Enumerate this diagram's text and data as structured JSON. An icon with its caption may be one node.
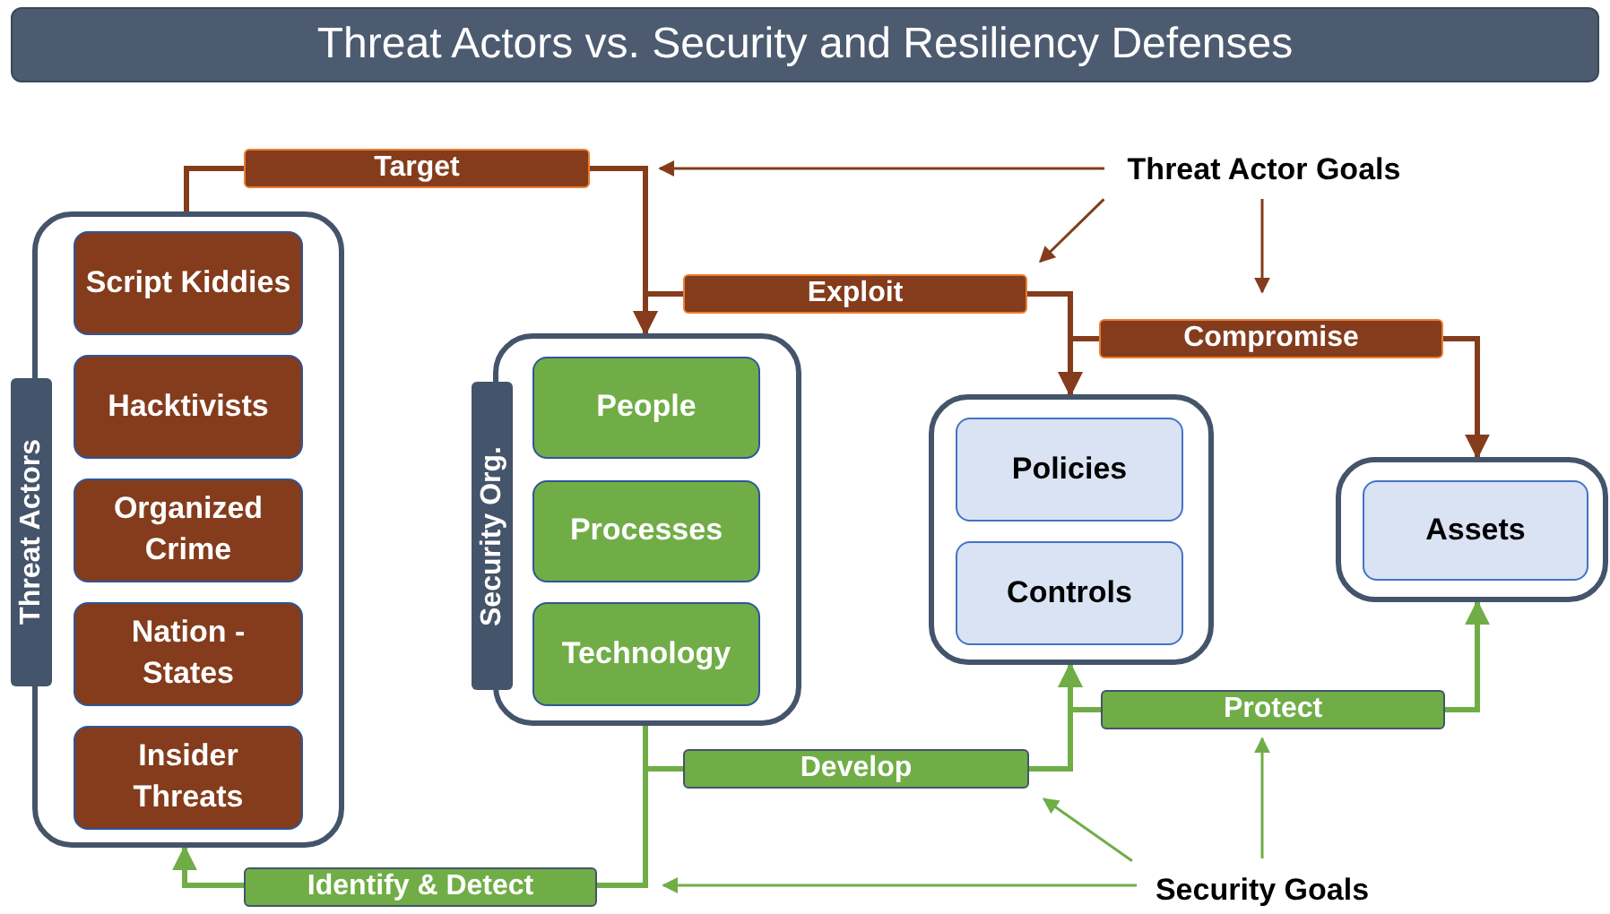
{
  "diagram": {
    "title": "Threat Actors vs. Security and Resiliency Defenses",
    "nodes": [
      {
        "text": [
          "Threat Actors"
        ]
      },
      {
        "text": [
          "Script Kiddies"
        ],
        "in": 0
      },
      {
        "text": [
          "Hacktivists"
        ],
        "in": 0
      },
      {
        "text": [
          "Organized Crime"
        ],
        "in": 0
      },
      {
        "text": [
          "Nation - States"
        ],
        "in": 0
      },
      {
        "text": [
          "Insider Threats"
        ],
        "in": 0
      },
      {
        "text": [
          "Security Org."
        ]
      },
      {
        "text": [
          "People"
        ],
        "in": 6
      },
      {
        "text": [
          "Processes"
        ],
        "in": 6
      },
      {
        "text": [
          "Technology"
        ],
        "in": 6
      },
      {
        "text": [],
        "shape": "box"
      },
      {
        "text": [
          "Policies"
        ],
        "in": 10
      },
      {
        "text": [
          "Controls"
        ],
        "in": 10
      },
      {
        "text": [],
        "shape": "box"
      },
      {
        "text": [
          "Assets"
        ],
        "in": 13
      },
      {
        "text": [
          "Target"
        ]
      },
      {
        "text": [
          "Exploit"
        ]
      },
      {
        "text": [
          "Compromise"
        ]
      },
      {
        "text": [
          "Identify & Detect"
        ]
      },
      {
        "text": [
          "Develop"
        ]
      },
      {
        "text": [
          "Protect"
        ]
      },
      {
        "text": [
          "Threat Actor Goals"
        ]
      },
      {
        "text": [
          "Security Goals"
        ]
      }
    ],
    "edges": [
      {
        "from": 0,
        "to": 15,
        "arrow": "none"
      },
      {
        "from": 15,
        "to": 6,
        "arrow": "to"
      },
      {
        "from": 16,
        "to": 6,
        "arrow": "to"
      },
      {
        "from": 16,
        "to": 10,
        "arrow": "to"
      },
      {
        "from": 17,
        "to": 10,
        "arrow": "to"
      },
      {
        "from": 17,
        "to": 13,
        "arrow": "to"
      },
      {
        "from": 21,
        "to": 15,
        "arrow": "to"
      },
      {
        "from": 21,
        "to": 16,
        "arrow": "to"
      },
      {
        "from": 21,
        "to": 17,
        "arrow": "to"
      },
      {
        "from": 6,
        "to": 18,
        "arrow": "none",
        "color": "#70ad47"
      },
      {
        "from": 18,
        "to": 0,
        "arrow": "to",
        "color": "#70ad47"
      },
      {
        "from": 6,
        "to": 19,
        "arrow": "none",
        "color": "#70ad47"
      },
      {
        "from": 19,
        "to": 10,
        "arrow": "to",
        "color": "#70ad47"
      },
      {
        "from": 20,
        "to": 10,
        "arrow": "to",
        "color": "#70ad47"
      },
      {
        "from": 20,
        "to": 13,
        "arrow": "to",
        "color": "#70ad47"
      },
      {
        "from": 22,
        "to": 18,
        "arrow": "to",
        "color": "#70ad47"
      },
      {
        "from": 22,
        "to": 19,
        "arrow": "to",
        "color": "#70ad47"
      },
      {
        "from": 22,
        "to": 20,
        "arrow": "to",
        "color": "#70ad47"
      }
    ]
  }
}
